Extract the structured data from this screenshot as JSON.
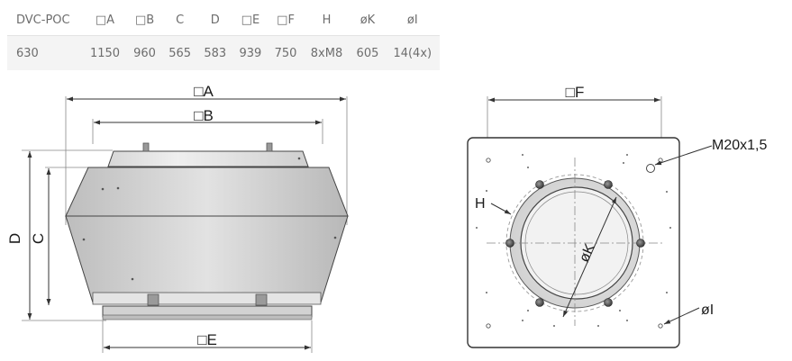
{
  "table": {
    "headers": [
      "DVC-POC",
      "□A",
      "□B",
      "C",
      "D",
      "□E",
      "□F",
      "H",
      "øK",
      "øI"
    ],
    "rows": [
      [
        "630",
        "1150",
        "960",
        "565",
        "583",
        "939",
        "750",
        "8xM8",
        "605",
        "14(4x)"
      ]
    ]
  },
  "side_view": {
    "label_A": "□A",
    "label_B": "□B",
    "label_C": "C",
    "label_D": "D",
    "label_E": "□E"
  },
  "top_view": {
    "label_F": "□F",
    "label_H": "H",
    "label_K": "øK",
    "label_I": "øI",
    "label_thread": "M20x1,5"
  }
}
